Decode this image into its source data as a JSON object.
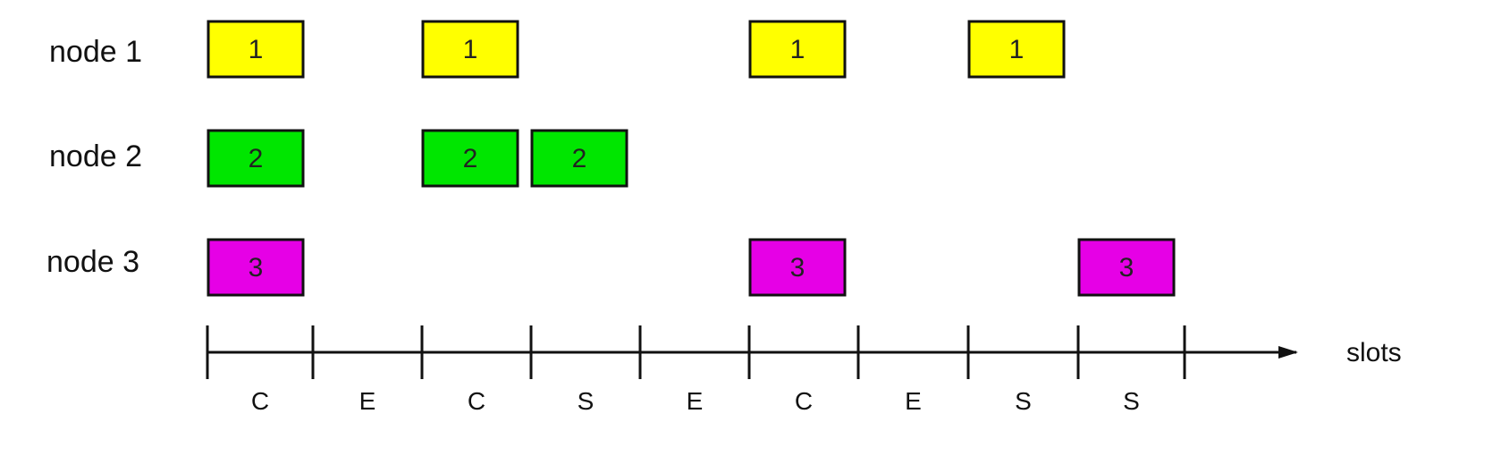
{
  "rows": [
    {
      "label": "node 1",
      "color": "#ffff00",
      "packet_label": "1",
      "occupied_slots": [
        1,
        3,
        6,
        8
      ]
    },
    {
      "label": "node 2",
      "color": "#00e600",
      "packet_label": "2",
      "occupied_slots": [
        1,
        3,
        4
      ]
    },
    {
      "label": "node 3",
      "color": "#e600e6",
      "packet_label": "3",
      "occupied_slots": [
        1,
        6,
        9
      ]
    }
  ],
  "slots": [
    "C",
    "E",
    "C",
    "S",
    "E",
    "C",
    "E",
    "S",
    "S"
  ],
  "axis_label": "slots"
}
